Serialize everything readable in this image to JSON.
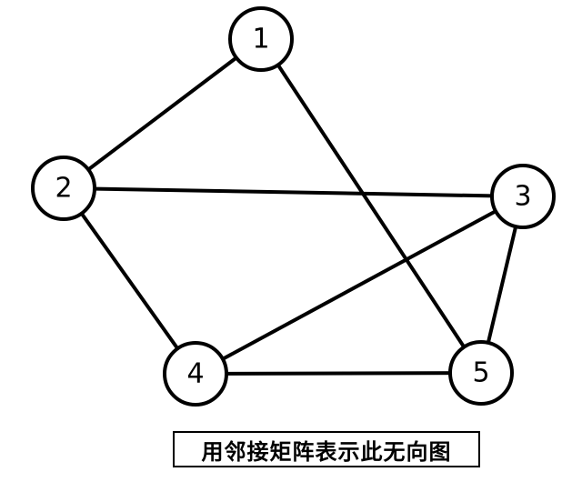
{
  "graph": {
    "nodes": [
      {
        "id": "1",
        "label": "1"
      },
      {
        "id": "2",
        "label": "2"
      },
      {
        "id": "3",
        "label": "3"
      },
      {
        "id": "4",
        "label": "4"
      },
      {
        "id": "5",
        "label": "5"
      }
    ],
    "edges": [
      {
        "from": "1",
        "to": "2"
      },
      {
        "from": "1",
        "to": "5"
      },
      {
        "from": "2",
        "to": "3"
      },
      {
        "from": "2",
        "to": "4"
      },
      {
        "from": "3",
        "to": "4"
      },
      {
        "from": "3",
        "to": "5"
      },
      {
        "from": "4",
        "to": "5"
      }
    ]
  },
  "caption": "用邻接矩阵表示此无向图"
}
